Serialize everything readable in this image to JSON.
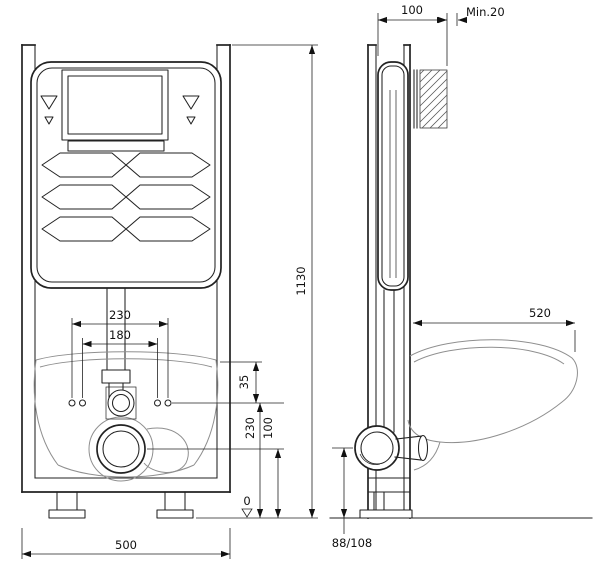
{
  "drawing": {
    "background": "#ffffff",
    "line_color": "#222222"
  },
  "dims": {
    "front": {
      "bolt_spacing_outer": "230",
      "bolt_spacing_inner": "180",
      "pan_offset": "35",
      "bolt_height": "230",
      "outlet_height": "100",
      "datum": "0",
      "frame_width": "500",
      "frame_height": "1130"
    },
    "side": {
      "frame_depth": "100",
      "wall_min": "Min.20",
      "pan_depth": "520",
      "outlet_axis": "88/108"
    }
  }
}
